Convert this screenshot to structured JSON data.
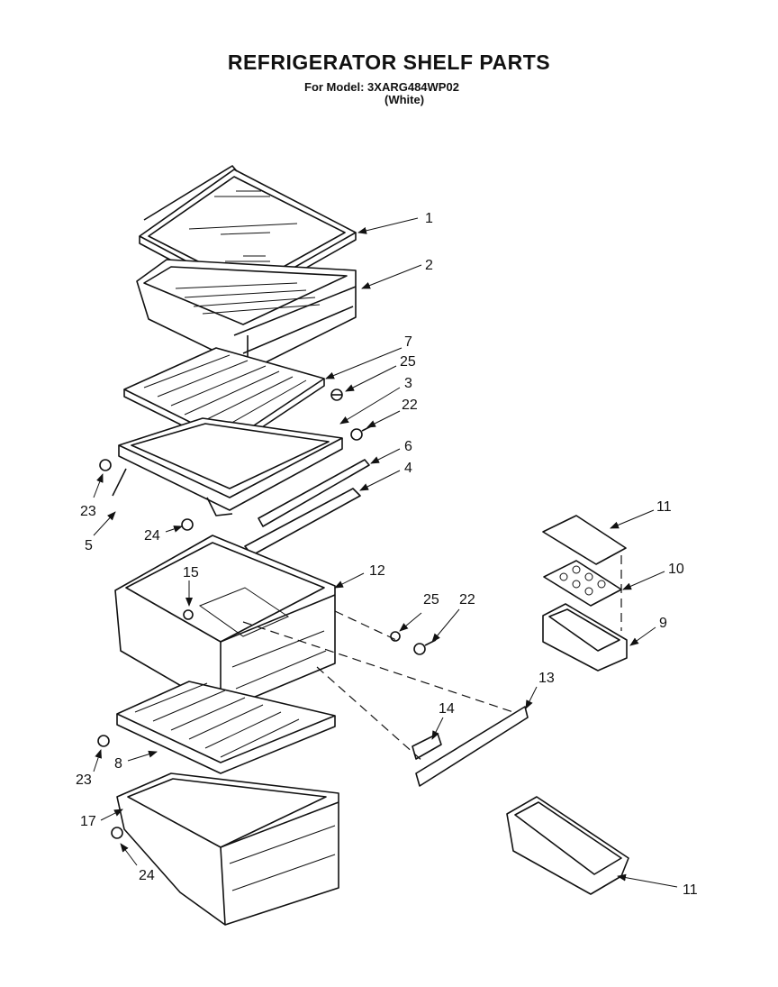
{
  "header": {
    "title": "REFRIGERATOR SHELF PARTS",
    "model_line": "For Model: 3XARG484WP02",
    "color_line": "(White)"
  },
  "callouts": [
    {
      "id": "c1",
      "label": "1"
    },
    {
      "id": "c2",
      "label": "2"
    },
    {
      "id": "c7",
      "label": "7"
    },
    {
      "id": "c25a",
      "label": "25"
    },
    {
      "id": "c3",
      "label": "3"
    },
    {
      "id": "c22a",
      "label": "22"
    },
    {
      "id": "c6",
      "label": "6"
    },
    {
      "id": "c4",
      "label": "4"
    },
    {
      "id": "c23a",
      "label": "23"
    },
    {
      "id": "c5",
      "label": "5"
    },
    {
      "id": "c24a",
      "label": "24"
    },
    {
      "id": "c11a",
      "label": "11"
    },
    {
      "id": "c10",
      "label": "10"
    },
    {
      "id": "c9",
      "label": "9"
    },
    {
      "id": "c12",
      "label": "12"
    },
    {
      "id": "c15",
      "label": "15"
    },
    {
      "id": "c25b",
      "label": "25"
    },
    {
      "id": "c22b",
      "label": "22"
    },
    {
      "id": "c13",
      "label": "13"
    },
    {
      "id": "c14",
      "label": "14"
    },
    {
      "id": "c23b",
      "label": "23"
    },
    {
      "id": "c8",
      "label": "8"
    },
    {
      "id": "c17",
      "label": "17"
    },
    {
      "id": "c24b",
      "label": "24"
    },
    {
      "id": "c11b",
      "label": "11"
    }
  ]
}
